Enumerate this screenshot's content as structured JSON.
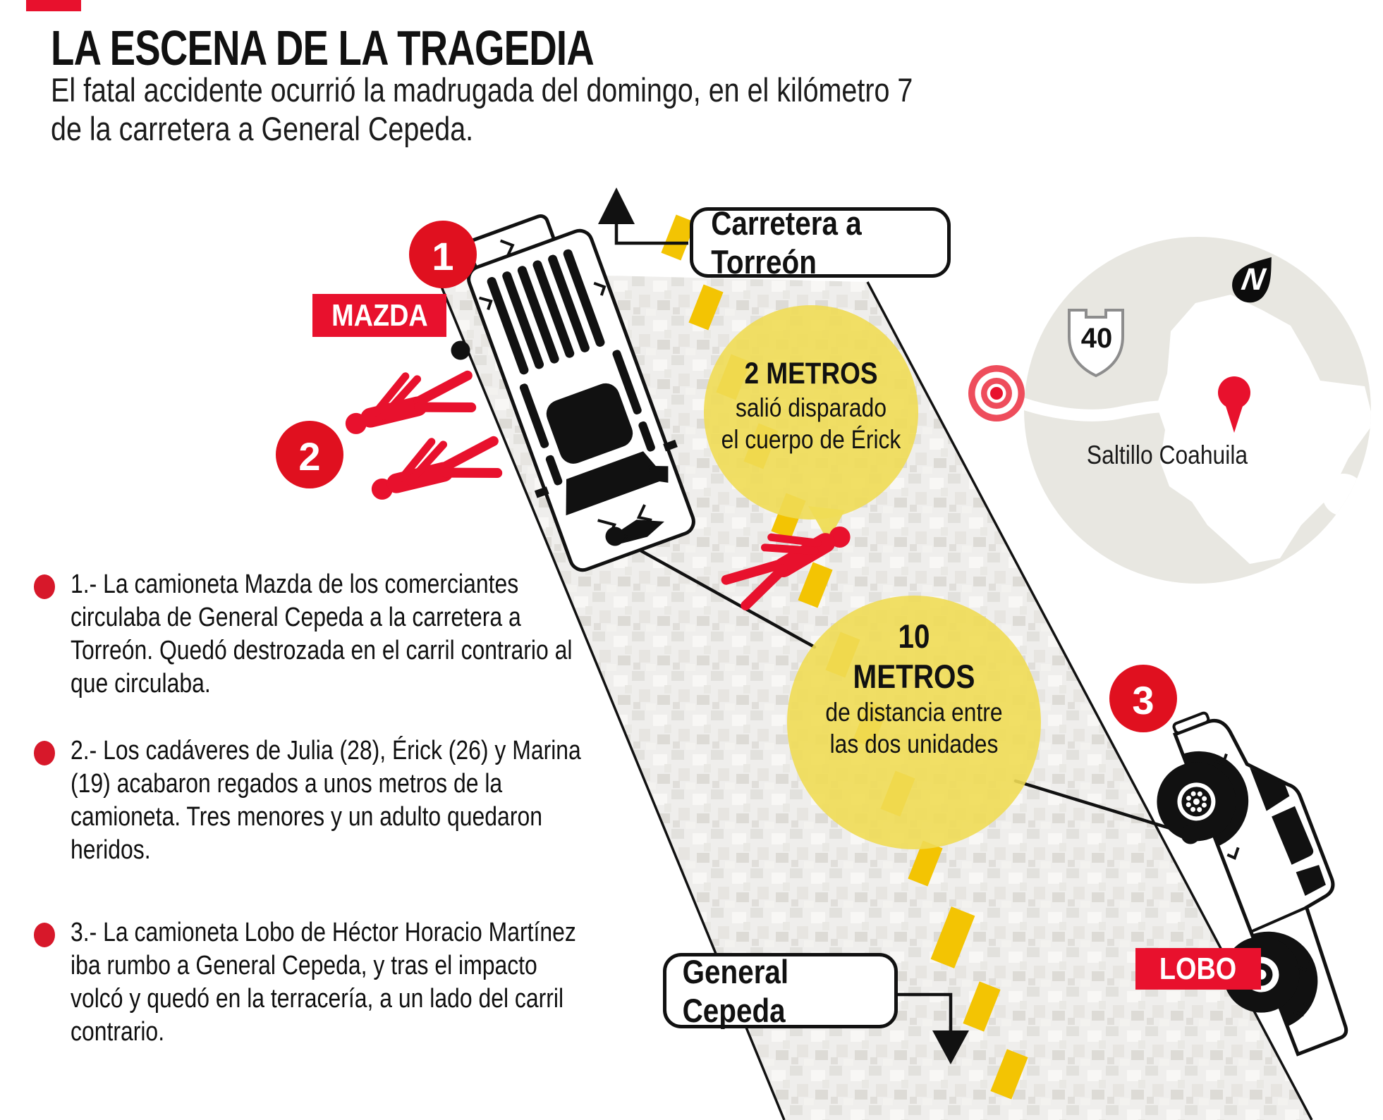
{
  "header": {
    "title": "LA ESCENA DE LA TRAGEDIA",
    "subtitle_line1": "El fatal accidente ocurrió la madrugada del domingo, en el kilómetro 7",
    "subtitle_line2": "de la carretera a General Cepeda."
  },
  "notes": [
    {
      "text": "1.- La camioneta Mazda de los comerciantes circulaba de General Cepeda a la carretera a Torreón. Quedó destrozada en el carril contrario al que circulaba."
    },
    {
      "text": "2.- Los cadáveres de Julia (28), Érick (26) y Marina (19) acabaron regados a unos metros de la camioneta. Tres menores y un adulto quedaron heridos."
    },
    {
      "text": "3.- La camioneta Lobo de Héctor Horacio Martínez iba rumbo a General Cepeda, y tras el impacto volcó y quedó en la terracería, a un lado del carril contrario."
    }
  ],
  "diagram": {
    "markers": [
      "1",
      "2",
      "3"
    ],
    "vehicles": {
      "mazda_label": "MAZDA",
      "lobo_label": "LOBO"
    },
    "road_labels": {
      "top": "Carretera a Torreón",
      "bottom": "General Cepeda"
    },
    "callouts": {
      "two_meters": {
        "headline": "2 METROS",
        "line1": "salió disparado",
        "line2": "el cuerpo de Érick"
      },
      "ten_meters": {
        "headline_line1": "10",
        "headline_line2": "METROS",
        "line1": "de distancia entre",
        "line2": "las dos unidades"
      }
    },
    "map": {
      "route_shield": "40",
      "compass": "N",
      "place": "Saltillo Coahuila"
    }
  },
  "colors": {
    "accent_red": "#e8112d",
    "bullseye_red": "#ee4d5c",
    "circle_yellow": "#efdc55",
    "dash_yellow": "#f3c403",
    "map_bg": "#e8e7e1",
    "line_black": "#111111"
  }
}
